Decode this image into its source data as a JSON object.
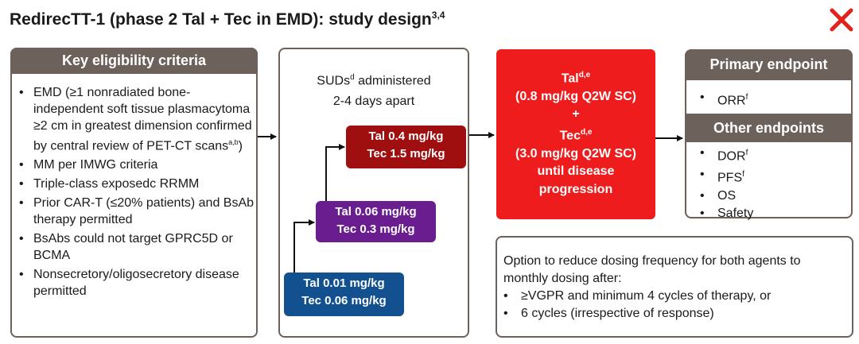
{
  "title": {
    "text": "RedirecTT-1 (phase 2 Tal + Tec in EMD): study design",
    "refs": "3,4"
  },
  "logo": {
    "icon": "x-logo-icon",
    "color": "#e3231b"
  },
  "eligibility": {
    "heading": "Key eligibility criteria",
    "criteria": [
      {
        "text": "EMD (≥1 nonradiated bone-independent soft tissue plasmacytoma ≥2 cm in greatest dimension confirmed by central review of PET-CT scans",
        "sup": "a,b",
        "tail": ")"
      },
      {
        "text": "MM per IMWG criteria"
      },
      {
        "text": "Triple-class exposedc RRMM"
      },
      {
        "text": "Prior CAR-T (≤20% patients) and BsAb therapy permitted"
      },
      {
        "text": "BsAbs could not target GPRC5D or BCMA"
      },
      {
        "text": "Nonsecretory/oligosecretory disease permitted"
      }
    ]
  },
  "dosing": {
    "suds_label": "SUDs",
    "suds_sup": "d",
    "suds_rest": " administered",
    "suds_line2": "2-4 days apart",
    "steps": [
      {
        "tal": "Tal 0.01 mg/kg",
        "tec": "Tec 0.06 mg/kg",
        "color": "#12508f"
      },
      {
        "tal": "Tal 0.06 mg/kg",
        "tec": "Tec 0.3 mg/kg",
        "color": "#6a1d8e"
      },
      {
        "tal": "Tal 0.4 mg/kg",
        "tec": "Tec 1.5 mg/kg",
        "color": "#a00f0f"
      }
    ]
  },
  "regimen": {
    "tal": "Tal",
    "tal_sup": "d,e",
    "tal_dose": "(0.8 mg/kg Q2W SC)",
    "plus": "+",
    "tec": "Tec",
    "tec_sup": "d,e",
    "tec_dose": "(3.0 mg/kg Q2W SC)",
    "until": "until disease",
    "progression": "progression",
    "color": "#ee1c1c"
  },
  "endpoints": {
    "primary_heading": "Primary endpoint",
    "primary": [
      {
        "label": "ORR",
        "sup": "f"
      }
    ],
    "other_heading": "Other endpoints",
    "other": [
      {
        "label": "DOR",
        "sup": "f"
      },
      {
        "label": "PFS",
        "sup": "f"
      },
      {
        "label": "OS",
        "sup": ""
      },
      {
        "label": "Safety",
        "sup": ""
      }
    ]
  },
  "option": {
    "intro": "Option to reduce dosing frequency for both agents to monthly dosing after:",
    "items": [
      "≥VGPR and minimum 4 cycles of therapy, or",
      "6 cycles (irrespective of response)"
    ]
  },
  "colors": {
    "panel_border": "#6d625b",
    "arrow": "#111111"
  }
}
